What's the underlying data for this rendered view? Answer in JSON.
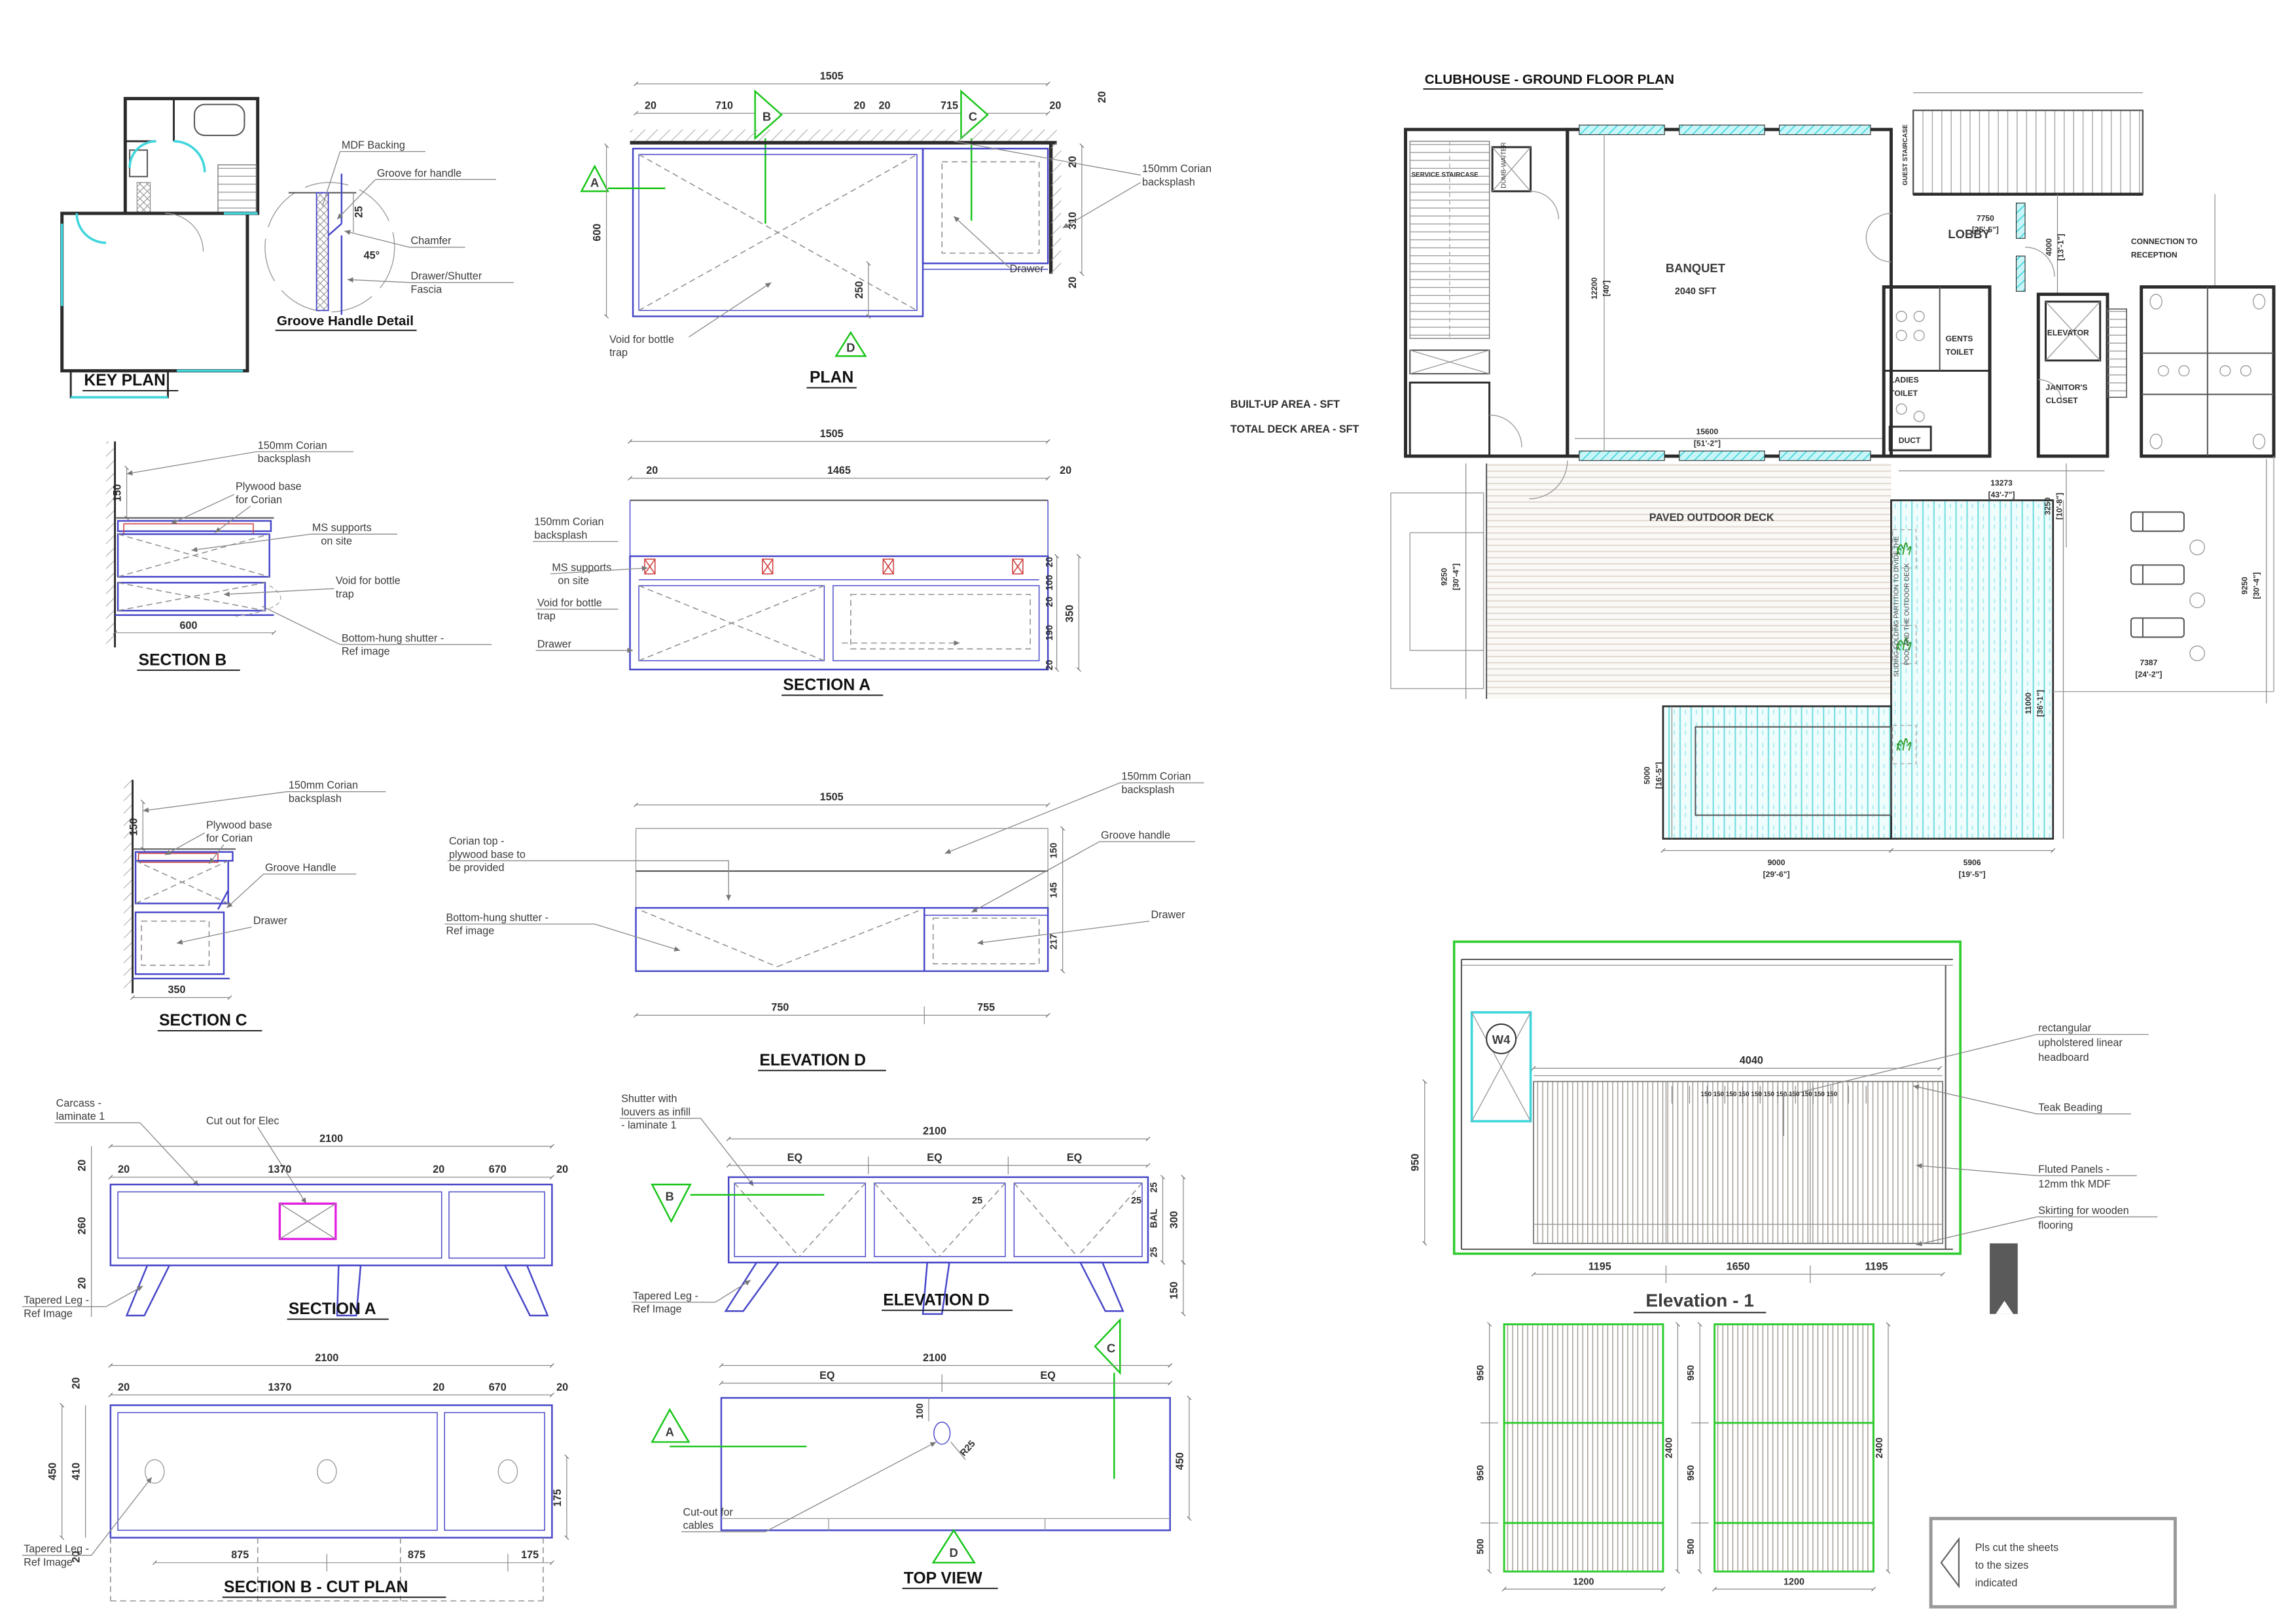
{
  "colors": {
    "cad_blue": "#4646c8",
    "marker_green": "#17c517",
    "glazing_cyan": "#3fd6dc",
    "cutout_magenta": "#e020e0",
    "support_red": "#d04040"
  },
  "key_plan": {
    "title": "KEY PLAN"
  },
  "groove_detail": {
    "title": "Groove Handle Detail",
    "mdf": "MDF Backing",
    "groove": "Groove for handle",
    "dim_25": "25",
    "chamfer": "Chamfer",
    "angle": "45°",
    "fascia_1": "Drawer/Shutter",
    "fascia_2": "Fascia"
  },
  "plan": {
    "title": "PLAN",
    "dim_overall": "1505",
    "dim_20_1": "20",
    "dim_710": "710",
    "dim_20_2": "20",
    "dim_20_3": "20",
    "dim_715": "715",
    "dim_20_4": "20",
    "dim_20_top": "20",
    "dim_310": "310",
    "dim_20_5": "20",
    "dim_20_6": "20",
    "dim_600": "600",
    "dim_250": "250",
    "lbl_backsplash_1": "150mm Corian",
    "lbl_backsplash_2": "backsplash",
    "lbl_drawer": "Drawer",
    "lbl_void_1": "Void for bottle",
    "lbl_void_2": "trap",
    "mk_a": "A",
    "mk_b": "B",
    "mk_c": "C",
    "mk_d": "D"
  },
  "section_b": {
    "title": "SECTION B",
    "lbl_backsplash_1": "150mm Corian",
    "lbl_backsplash_2": "backsplash",
    "dim_150": "150",
    "lbl_ply_1": "Plywood base",
    "lbl_ply_2": "for Corian",
    "lbl_ms_1": "MS supports",
    "lbl_ms_2": "on site",
    "lbl_void_1": "Void for bottle",
    "lbl_void_2": "trap",
    "dim_600": "600",
    "lbl_shutter_1": "Bottom-hung shutter -",
    "lbl_shutter_2": "Ref image"
  },
  "section_a": {
    "title": "SECTION A",
    "dim_overall": "1505",
    "dim_20_1": "20",
    "dim_1465": "1465",
    "dim_20_2": "20",
    "lbl_backsplash_1": "150mm Corian",
    "lbl_backsplash_2": "backsplash",
    "lbl_ms_1": "MS supports",
    "lbl_ms_2": "on site",
    "lbl_void_1": "Void for bottle",
    "lbl_void_2": "trap",
    "lbl_drawer": "Drawer",
    "dim_20_3": "20",
    "dim_100": "100",
    "dim_20_4": "20",
    "dim_190": "190",
    "dim_20_5": "20",
    "dim_350": "350"
  },
  "section_c": {
    "title": "SECTION C",
    "lbl_backsplash_1": "150mm Corian",
    "lbl_backsplash_2": "backsplash",
    "dim_150": "150",
    "lbl_ply_1": "Plywood base",
    "lbl_ply_2": "for Corian",
    "lbl_groove": "Groove Handle",
    "lbl_drawer": "Drawer",
    "dim_350": "350"
  },
  "elevation_d": {
    "title": "ELEVATION D",
    "lbl_backsplash_1": "150mm Corian",
    "lbl_backsplash_2": "backsplash",
    "dim_overall": "1505",
    "lbl_groove": "Groove handle",
    "lbl_corian_1": "Corian top -",
    "lbl_corian_2": "plywood base to",
    "lbl_corian_3": "be provided",
    "dim_150": "150",
    "dim_145": "145",
    "dim_217": "217",
    "lbl_drawer": "Drawer",
    "lbl_shutter_1": "Bottom-hung shutter -",
    "lbl_shutter_2": "Ref image",
    "dim_750": "750",
    "dim_755": "755"
  },
  "tv_section_a": {
    "title": "SECTION A",
    "lbl_carcass_1": "Carcass -",
    "lbl_carcass_2": "laminate 1",
    "lbl_cutout": "Cut out for Elec",
    "dim_overall": "2100",
    "dim_20_l": "20",
    "dim_20_1": "20",
    "dim_1370": "1370",
    "dim_20_2": "20",
    "dim_670": "670",
    "dim_20_3": "20",
    "dim_260": "260",
    "dim_20_4": "20",
    "lbl_leg_1": "Tapered Leg -",
    "lbl_leg_2": "Ref Image"
  },
  "tv_elevation_d": {
    "title": "ELEVATION D",
    "lbl_shutter_1": "Shutter with",
    "lbl_shutter_2": "louvers as infill",
    "lbl_shutter_3": "- laminate 1",
    "dim_overall": "2100",
    "dim_eq_1": "EQ",
    "dim_eq_2": "EQ",
    "dim_eq_3": "EQ",
    "dim_25_1": "25",
    "dim_25_2": "25",
    "dim_25_t": "25",
    "lbl_bal": "BAL",
    "dim_25_b": "25",
    "dim_300": "300",
    "dim_150": "150",
    "mk_b": "B",
    "mk_c": "C",
    "lbl_leg_1": "Tapered Leg -",
    "lbl_leg_2": "Ref Image"
  },
  "cut_plan": {
    "title": "SECTION B - CUT PLAN",
    "dim_overall": "2100",
    "dim_20_t": "20",
    "dim_20_1": "20",
    "dim_1370": "1370",
    "dim_20_2": "20",
    "dim_670": "670",
    "dim_20_3": "20",
    "dim_450": "450",
    "dim_410": "410",
    "dim_20_b": "20",
    "dim_175_r": "175",
    "dim_875_1": "875",
    "dim_875_2": "875",
    "dim_175": "175",
    "lbl_leg_1": "Tapered Leg -",
    "lbl_leg_2": "Ref Image"
  },
  "top_view": {
    "title": "TOP VIEW",
    "dim_overall": "2100",
    "dim_eq_1": "EQ",
    "dim_eq_2": "EQ",
    "dim_100": "100",
    "dim_r25": "R25",
    "dim_450": "450",
    "lbl_cut_1": "Cut-out for",
    "lbl_cut_2": "cables",
    "mk_a": "A",
    "mk_c": "C",
    "mk_d": "D"
  },
  "floor_plan": {
    "title": "CLUBHOUSE - GROUND FLOOR PLAN",
    "built_up": "BUILT-UP AREA -  SFT",
    "deck_area": "TOTAL DECK AREA -  SFT",
    "service_stair": "SERVICE STAIRCASE",
    "dumb_waiter": "DUMB-WAITER",
    "banquet": "BANQUET",
    "banquet_area": "2040 SFT",
    "dim_12200": "12200",
    "dim_12200_ft": "[40']",
    "dim_15600": "15600",
    "dim_15600_ft": "[51'-2\"]",
    "guest_stair": "GUEST STAIRCASE",
    "lobby": "LOBBY",
    "dim_7750": "7750",
    "dim_7750_ft": "[25'-5\"]",
    "dim_4000": "4000",
    "dim_4000_ft": "[13'-1\"]",
    "connection_1": "CONNECTION TO",
    "connection_2": "RECEPTION",
    "elevator": "ELEVATOR",
    "ladies_1": "LADIES",
    "ladies_2": "TOILET",
    "gents_1": "GENTS",
    "gents_2": "TOILET",
    "janitor_1": "JANITOR'S",
    "janitor_2": "CLOSET",
    "duct": "DUCT",
    "deck": "PAVED OUTDOOR DECK",
    "partition_1": "SLIDING-FOLDING PARTITION TO DIVIDE THE",
    "partition_2": "POOL AND THE OUTDOOR DECK",
    "dim_13273": "13273",
    "dim_13273_ft": "[43'-7\"]",
    "dim_3250": "3250",
    "dim_3250_ft": "[10'-8\"]",
    "dim_9250l": "9250",
    "dim_9250l_ft": "[30'-4\"]",
    "dim_9250r": "9250",
    "dim_9250r_ft": "[30'-4\"]",
    "dim_5000": "5000",
    "dim_5000_ft": "[16'-5\"]",
    "dim_11000": "11000",
    "dim_11000_ft": "[36'-1\"]",
    "dim_9000": "9000",
    "dim_9000_ft": "[29'-6\"]",
    "dim_5906": "5906",
    "dim_5906_ft": "[19'-5\"]",
    "dim_7387": "7387",
    "dim_7387_ft": "[24'-2\"]"
  },
  "elevation_1": {
    "title": "Elevation - 1",
    "w4": "W4",
    "dim_4040": "4040",
    "dim_150_row": "150 150 150 150 150 150 150 150 150 150 150",
    "dim_950": "950",
    "dim_1195_1": "1195",
    "dim_1650": "1650",
    "dim_1195_2": "1195",
    "lbl_head_1": "rectangular",
    "lbl_head_2": "upholstered linear",
    "lbl_head_3": "headboard",
    "lbl_teak": "Teak Beading",
    "lbl_fluted_1": "Fluted Panels -",
    "lbl_fluted_2": "12mm thk MDF",
    "lbl_skirt_1": "Skirting for wooden",
    "lbl_skirt_2": "flooring"
  },
  "sheets": {
    "s1_950a": "950",
    "s1_950b": "950",
    "s1_500": "500",
    "s1_2400": "2400",
    "s1_1200": "1200",
    "s2_950a": "950",
    "s2_950b": "950",
    "s2_500": "500",
    "s2_2400": "2400",
    "s2_1200": "1200"
  },
  "note": {
    "line_1": "Pls cut the sheets",
    "line_2": "to the sizes",
    "line_3": "indicated"
  }
}
